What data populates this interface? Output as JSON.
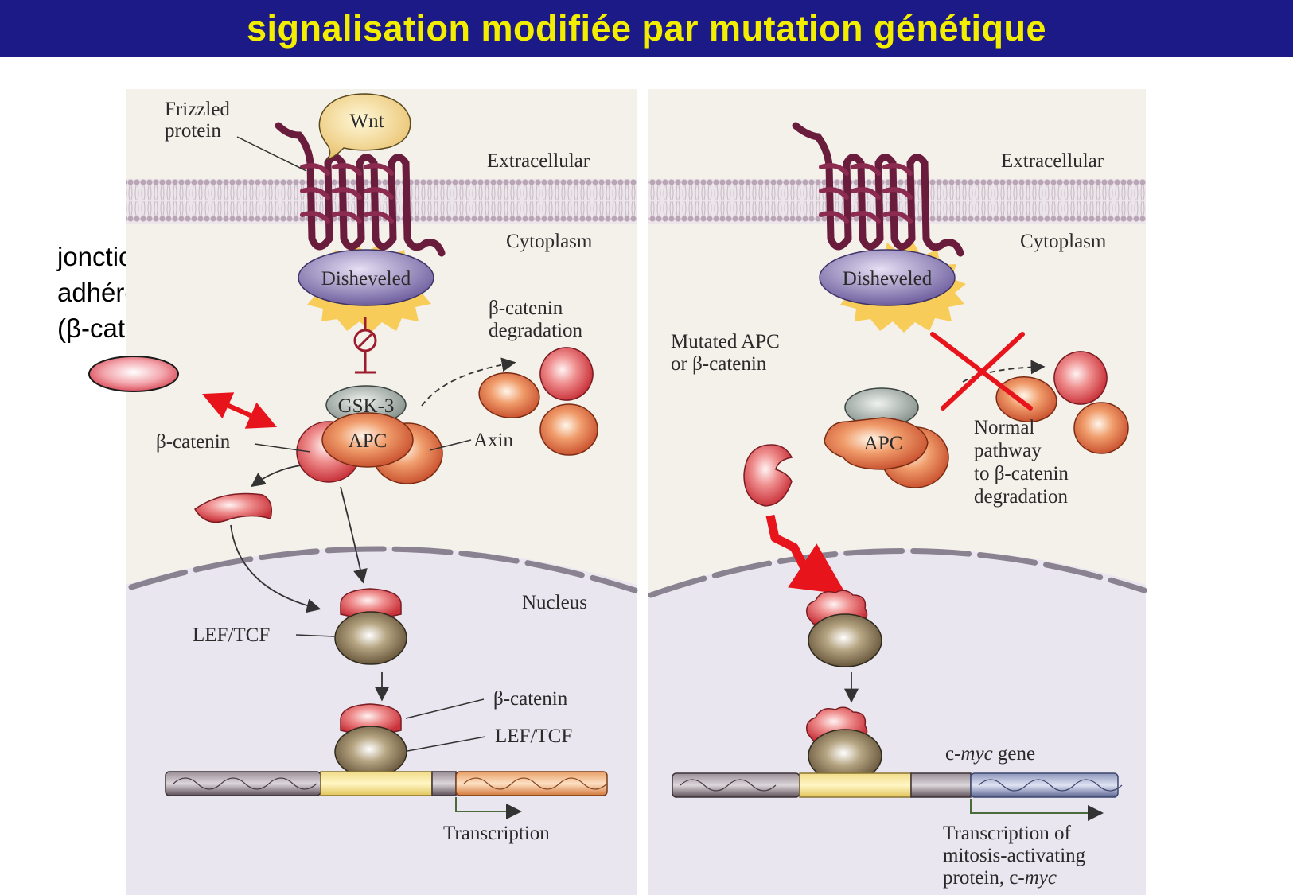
{
  "title": "signalisation modifiée par mutation génétique",
  "side_note": {
    "line1": "jonctions",
    "line2": "adhérentes",
    "line3": "(β-caténine)"
  },
  "left_panel": {
    "frizzled_line1": "Frizzled",
    "frizzled_line2": "protein",
    "wnt": "Wnt",
    "extracellular": "Extracellular",
    "cytoplasm": "Cytoplasm",
    "disheveled": "Disheveled",
    "degradation_line1": "β-catenin",
    "degradation_line2": "degradation",
    "gsk3": "GSK-3",
    "apc": "APC",
    "beta_catenin": "β-catenin",
    "axin": "Axin",
    "nucleus": "Nucleus",
    "lef_tcf": "LEF/TCF",
    "beta_catenin_bound": "β-catenin",
    "lef_tcf_bound": "LEF/TCF",
    "transcription": "Transcription"
  },
  "right_panel": {
    "extracellular": "Extracellular",
    "cytoplasm": "Cytoplasm",
    "disheveled": "Disheveled",
    "mutated_line1": "Mutated APC",
    "mutated_line2": "or β-catenin",
    "apc": "APC",
    "normal_line1": "Normal",
    "normal_line2": "pathway",
    "normal_line3": "to β-catenin",
    "normal_line4": "degradation",
    "cmyc_prefix": "c-",
    "cmyc_italic": "myc",
    "cmyc_suffix": " gene",
    "transcription_line1": "Transcription of",
    "transcription_line2": "mitosis-activating",
    "transcription_line3_prefix": "protein, c-",
    "transcription_line3_italic": "myc"
  },
  "colors": {
    "title_bg": "#1c1a86",
    "title_text": "#f3ee00",
    "highlight_arrow": "#e8141c",
    "panel_bg": "#f4f0ea",
    "nucleus_bg": "#e9e6ef"
  }
}
